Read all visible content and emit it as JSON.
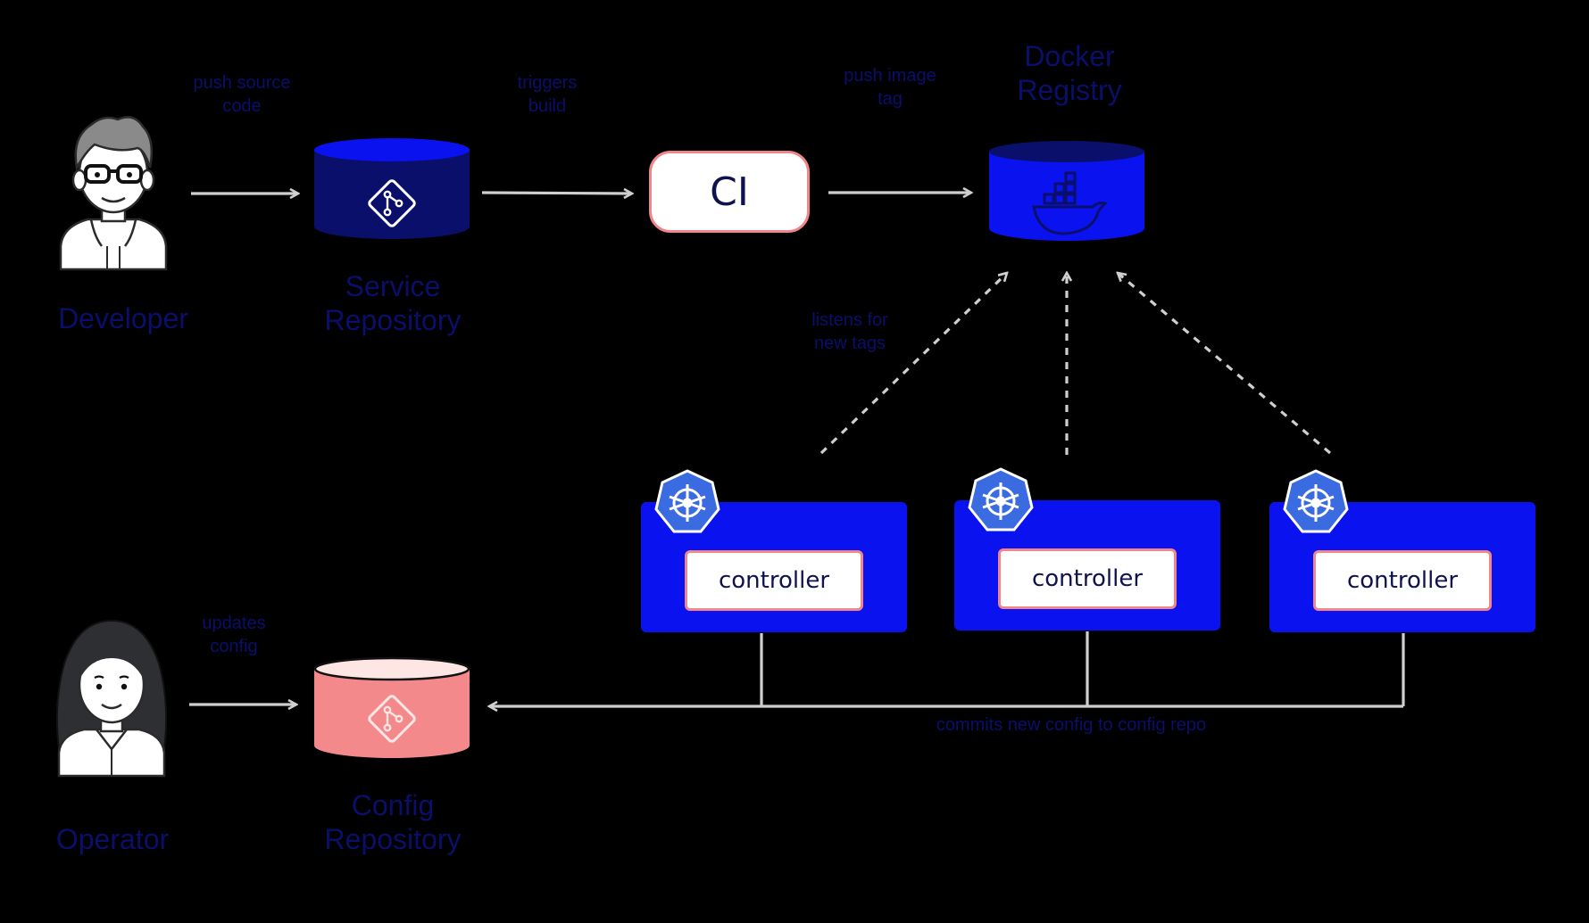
{
  "nodes": {
    "developer": {
      "label": "Developer"
    },
    "operator": {
      "label": "Operator"
    },
    "service_repo": {
      "label_line1": "Service",
      "label_line2": "Repository"
    },
    "config_repo": {
      "label_line1": "Config",
      "label_line2": "Repository"
    },
    "ci": {
      "label": "CI"
    },
    "docker_registry": {
      "label_line1": "Docker",
      "label_line2": "Registry"
    },
    "clusters": [
      {
        "controller_label": "controller"
      },
      {
        "controller_label": "controller"
      },
      {
        "controller_label": "controller"
      }
    ]
  },
  "edges": {
    "push_source": {
      "line1": "push source",
      "line2": "code"
    },
    "triggers_build": {
      "line1": "triggers",
      "line2": "build"
    },
    "push_image": {
      "line1": "push image",
      "line2": "tag"
    },
    "listens": {
      "line1": "listens for",
      "line2": "new tags"
    },
    "updates_config": {
      "line1": "updates",
      "line2": "config"
    },
    "commits": {
      "label": "commits new config to config repo"
    }
  },
  "icons": {
    "git": "git-icon",
    "docker": "docker-whale-icon",
    "kubernetes": "kubernetes-helm-icon"
  },
  "colors": {
    "background": "#000000",
    "label_text": "#0a0f6b",
    "service_repo": "#0a0f6b",
    "docker_registry": "#0a12f0",
    "config_repo": "#f4898c",
    "cluster": "#0a12f0",
    "box_border": "#f0858a",
    "arrow": "#cfcfcf"
  }
}
